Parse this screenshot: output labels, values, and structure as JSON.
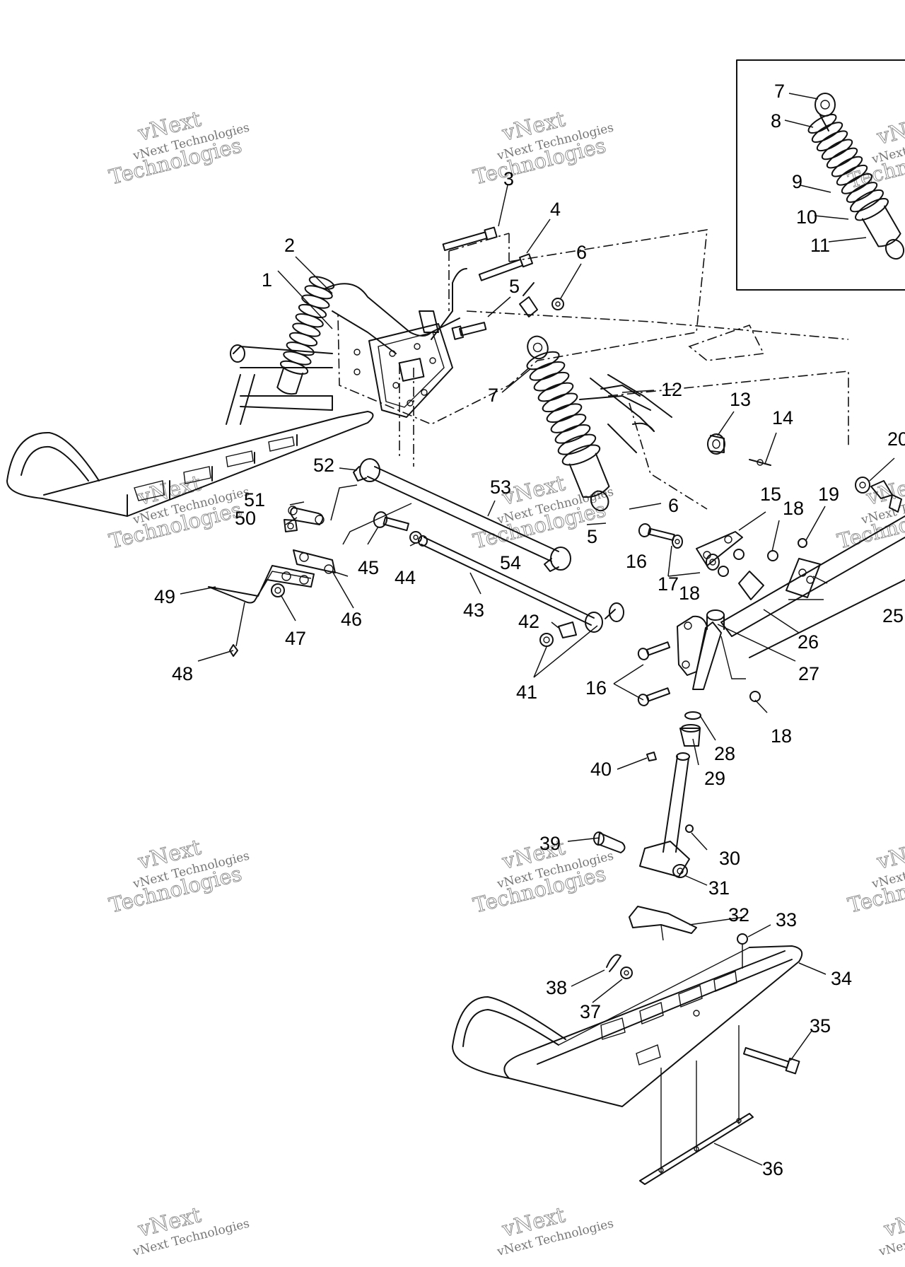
{
  "watermark": {
    "line1": "vNext",
    "line2": "vNext Technologies",
    "line3": "Technologies"
  },
  "callouts": {
    "inset": [
      "7",
      "8",
      "9",
      "10",
      "11"
    ],
    "main": [
      "1",
      "2",
      "3",
      "4",
      "5",
      "6",
      "7",
      "12",
      "13",
      "14",
      "20",
      "52",
      "53",
      "51",
      "50",
      "6",
      "15",
      "18",
      "19",
      "16",
      "5",
      "17",
      "18",
      "25",
      "54",
      "45",
      "44",
      "49",
      "46",
      "47",
      "48",
      "43",
      "42",
      "41",
      "16",
      "26",
      "27",
      "18",
      "28",
      "29",
      "40",
      "39",
      "30",
      "31",
      "32",
      "33",
      "34",
      "38",
      "37",
      "35",
      "36"
    ]
  },
  "colors": {
    "ink": "#111111",
    "watermark": "#888888",
    "paper": "#ffffff"
  }
}
